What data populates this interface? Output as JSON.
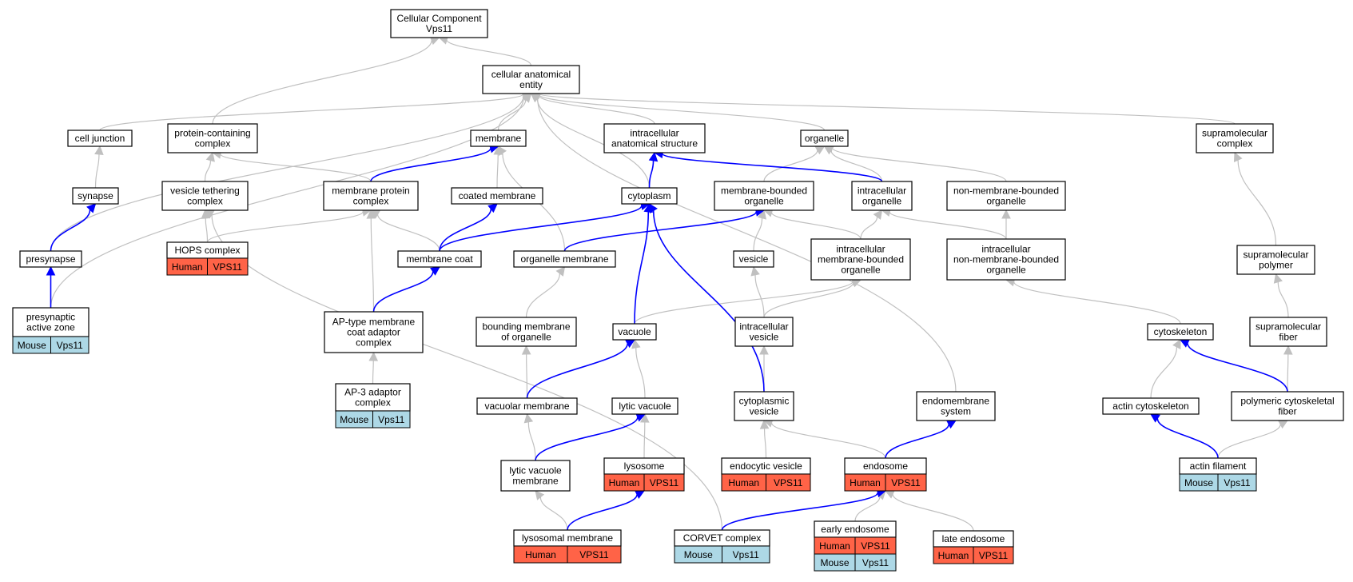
{
  "colors": {
    "edge_default": "#c0c0c0",
    "edge_highlight": "#0000ff",
    "human": "#ff6347",
    "mouse": "#add8e6"
  },
  "nodes": {
    "cc_root": {
      "lines": [
        "Cellular Component",
        "Vps11"
      ]
    },
    "cae": {
      "lines": [
        "cellular anatomical",
        "entity"
      ]
    },
    "cell_junction": {
      "lines": [
        "cell junction"
      ]
    },
    "pcc": {
      "lines": [
        "protein-containing",
        "complex"
      ]
    },
    "membrane": {
      "lines": [
        "membrane"
      ]
    },
    "ias": {
      "lines": [
        "intracellular",
        "anatomical structure"
      ]
    },
    "organelle": {
      "lines": [
        "organelle"
      ]
    },
    "supramol_complex": {
      "lines": [
        "supramolecular",
        "complex"
      ]
    },
    "synapse": {
      "lines": [
        "synapse"
      ]
    },
    "vtc": {
      "lines": [
        "vesicle tethering",
        "complex"
      ]
    },
    "mpc": {
      "lines": [
        "membrane protein",
        "complex"
      ]
    },
    "coated_membrane": {
      "lines": [
        "coated membrane"
      ]
    },
    "cytoplasm": {
      "lines": [
        "cytoplasm"
      ]
    },
    "mbo": {
      "lines": [
        "membrane-bounded",
        "organelle"
      ]
    },
    "io": {
      "lines": [
        "intracellular",
        "organelle"
      ]
    },
    "nmbo": {
      "lines": [
        "non-membrane-bounded",
        "organelle"
      ]
    },
    "presynapse": {
      "lines": [
        "presynapse"
      ]
    },
    "hops": {
      "lines": [
        "HOPS complex"
      ],
      "annotations": [
        [
          "Human",
          "VPS11"
        ]
      ]
    },
    "membrane_coat": {
      "lines": [
        "membrane coat"
      ]
    },
    "organelle_membrane": {
      "lines": [
        "organelle membrane"
      ]
    },
    "vesicle": {
      "lines": [
        "vesicle"
      ]
    },
    "imbo": {
      "lines": [
        "intracellular",
        "membrane-bounded",
        "organelle"
      ]
    },
    "inmbo": {
      "lines": [
        "intracellular",
        "non-membrane-bounded",
        "organelle"
      ]
    },
    "supramol_polymer": {
      "lines": [
        "supramolecular",
        "polymer"
      ]
    },
    "paz": {
      "lines": [
        "presynaptic",
        "active zone"
      ],
      "annotations": [
        [
          "Mouse",
          "Vps11"
        ]
      ]
    },
    "ap_type": {
      "lines": [
        "AP-type membrane",
        "coat adaptor",
        "complex"
      ]
    },
    "bmo": {
      "lines": [
        "bounding membrane",
        "of organelle"
      ]
    },
    "vacuole": {
      "lines": [
        "vacuole"
      ]
    },
    "ivesicle": {
      "lines": [
        "intracellular",
        "vesicle"
      ]
    },
    "cytoskeleton": {
      "lines": [
        "cytoskeleton"
      ]
    },
    "supramol_fiber": {
      "lines": [
        "supramolecular",
        "fiber"
      ]
    },
    "ap3": {
      "lines": [
        "AP-3 adaptor",
        "complex"
      ],
      "annotations": [
        [
          "Mouse",
          "Vps11"
        ]
      ]
    },
    "vacuolar_membrane": {
      "lines": [
        "vacuolar membrane"
      ]
    },
    "lytic_vacuole": {
      "lines": [
        "lytic vacuole"
      ]
    },
    "cyto_vesicle": {
      "lines": [
        "cytoplasmic",
        "vesicle"
      ]
    },
    "endomembrane": {
      "lines": [
        "endomembrane",
        "system"
      ]
    },
    "actin_cyto": {
      "lines": [
        "actin cytoskeleton"
      ]
    },
    "pcf": {
      "lines": [
        "polymeric cytoskeletal",
        "fiber"
      ]
    },
    "lvm": {
      "lines": [
        "lytic vacuole",
        "membrane"
      ]
    },
    "lysosome": {
      "lines": [
        "lysosome"
      ],
      "annotations": [
        [
          "Human",
          "VPS11"
        ]
      ]
    },
    "endocytic_vesicle": {
      "lines": [
        "endocytic vesicle"
      ],
      "annotations": [
        [
          "Human",
          "VPS11"
        ]
      ]
    },
    "endosome": {
      "lines": [
        "endosome"
      ],
      "annotations": [
        [
          "Human",
          "VPS11"
        ]
      ]
    },
    "actin_filament": {
      "lines": [
        "actin filament"
      ],
      "annotations": [
        [
          "Mouse",
          "Vps11"
        ]
      ]
    },
    "lysosomal_membrane": {
      "lines": [
        "lysosomal membrane"
      ],
      "annotations": [
        [
          "Human",
          "VPS11"
        ]
      ]
    },
    "corvet": {
      "lines": [
        "CORVET complex"
      ],
      "annotations": [
        [
          "Mouse",
          "Vps11"
        ]
      ]
    },
    "early_endosome": {
      "lines": [
        "early endosome"
      ],
      "annotations": [
        [
          "Human",
          "VPS11"
        ],
        [
          "Mouse",
          "Vps11"
        ]
      ]
    },
    "late_endosome": {
      "lines": [
        "late endosome"
      ],
      "annotations": [
        [
          "Human",
          "VPS11"
        ]
      ]
    }
  },
  "edges": [
    {
      "from": "cae",
      "to": "cc_root",
      "color": "gray"
    },
    {
      "from": "pcc",
      "to": "cc_root",
      "color": "gray"
    },
    {
      "from": "cell_junction",
      "to": "cae",
      "color": "gray"
    },
    {
      "from": "membrane",
      "to": "cae",
      "color": "gray"
    },
    {
      "from": "ias",
      "to": "cae",
      "color": "gray"
    },
    {
      "from": "organelle",
      "to": "cae",
      "color": "gray"
    },
    {
      "from": "supramol_complex",
      "to": "cae",
      "color": "gray"
    },
    {
      "from": "cytoplasm",
      "to": "cae",
      "color": "gray"
    },
    {
      "from": "presynapse",
      "to": "cae",
      "color": "gray"
    },
    {
      "from": "paz",
      "to": "cae",
      "color": "gray"
    },
    {
      "from": "endomembrane",
      "to": "cae",
      "color": "gray"
    },
    {
      "from": "synapse",
      "to": "cell_junction",
      "color": "gray"
    },
    {
      "from": "vtc",
      "to": "pcc",
      "color": "gray"
    },
    {
      "from": "mpc",
      "to": "pcc",
      "color": "gray"
    },
    {
      "from": "coated_membrane",
      "to": "membrane",
      "color": "gray"
    },
    {
      "from": "organelle_membrane",
      "to": "membrane",
      "color": "gray"
    },
    {
      "from": "mbo",
      "to": "organelle",
      "color": "gray"
    },
    {
      "from": "io",
      "to": "organelle",
      "color": "gray"
    },
    {
      "from": "nmbo",
      "to": "organelle",
      "color": "gray"
    },
    {
      "from": "hops",
      "to": "vtc",
      "color": "gray"
    },
    {
      "from": "hops",
      "to": "mpc",
      "color": "gray"
    },
    {
      "from": "membrane_coat",
      "to": "mpc",
      "color": "gray"
    },
    {
      "from": "ap_type",
      "to": "mpc",
      "color": "gray"
    },
    {
      "from": "vesicle",
      "to": "mbo",
      "color": "gray"
    },
    {
      "from": "imbo",
      "to": "mbo",
      "color": "gray"
    },
    {
      "from": "imbo",
      "to": "io",
      "color": "gray"
    },
    {
      "from": "inmbo",
      "to": "io",
      "color": "gray"
    },
    {
      "from": "inmbo",
      "to": "nmbo",
      "color": "gray"
    },
    {
      "from": "supramol_polymer",
      "to": "supramol_complex",
      "color": "gray"
    },
    {
      "from": "bmo",
      "to": "organelle_membrane",
      "color": "gray"
    },
    {
      "from": "vacuole",
      "to": "imbo",
      "color": "gray"
    },
    {
      "from": "ivesicle",
      "to": "imbo",
      "color": "gray"
    },
    {
      "from": "ivesicle",
      "to": "vesicle",
      "color": "gray"
    },
    {
      "from": "cytoskeleton",
      "to": "inmbo",
      "color": "gray"
    },
    {
      "from": "supramol_fiber",
      "to": "supramol_polymer",
      "color": "gray"
    },
    {
      "from": "ap3",
      "to": "ap_type",
      "color": "gray"
    },
    {
      "from": "vacuolar_membrane",
      "to": "bmo",
      "color": "gray"
    },
    {
      "from": "lytic_vacuole",
      "to": "vacuole",
      "color": "gray"
    },
    {
      "from": "cyto_vesicle",
      "to": "ivesicle",
      "color": "gray"
    },
    {
      "from": "actin_cyto",
      "to": "cytoskeleton",
      "color": "gray"
    },
    {
      "from": "pcf",
      "to": "supramol_fiber",
      "color": "gray"
    },
    {
      "from": "lvm",
      "to": "vacuolar_membrane",
      "color": "gray"
    },
    {
      "from": "lysosome",
      "to": "lytic_vacuole",
      "color": "gray"
    },
    {
      "from": "endocytic_vesicle",
      "to": "cyto_vesicle",
      "color": "gray"
    },
    {
      "from": "endosome",
      "to": "cyto_vesicle",
      "color": "gray"
    },
    {
      "from": "actin_filament",
      "to": "pcf",
      "color": "gray"
    },
    {
      "from": "lysosomal_membrane",
      "to": "lvm",
      "color": "gray"
    },
    {
      "from": "corvet",
      "to": "vtc",
      "color": "gray"
    },
    {
      "from": "early_endosome",
      "to": "endosome",
      "color": "gray"
    },
    {
      "from": "late_endosome",
      "to": "endosome",
      "color": "gray"
    },
    {
      "from": "cytoplasm",
      "to": "ias",
      "color": "blue"
    },
    {
      "from": "io",
      "to": "ias",
      "color": "blue"
    },
    {
      "from": "mpc",
      "to": "membrane",
      "color": "blue"
    },
    {
      "from": "membrane_coat",
      "to": "coated_membrane",
      "color": "blue"
    },
    {
      "from": "membrane_coat",
      "to": "cytoplasm",
      "color": "blue"
    },
    {
      "from": "organelle_membrane",
      "to": "mbo",
      "color": "blue"
    },
    {
      "from": "synapse",
      "to": "presynapse",
      "color": "blue",
      "note": "arrow points up"
    },
    {
      "from": "presynapse",
      "to": "paz",
      "color": "blue"
    },
    {
      "from": "ap_type",
      "to": "membrane_coat",
      "color": "blue"
    },
    {
      "from": "vacuole",
      "to": "cytoplasm",
      "color": "blue"
    },
    {
      "from": "cyto_vesicle",
      "to": "cytoplasm",
      "color": "blue"
    },
    {
      "from": "vacuolar_membrane",
      "to": "vacuole",
      "color": "blue"
    },
    {
      "from": "lvm",
      "to": "lytic_vacuole",
      "color": "blue"
    },
    {
      "from": "pcf",
      "to": "cytoskeleton",
      "color": "blue"
    },
    {
      "from": "actin_filament",
      "to": "actin_cyto",
      "color": "blue"
    },
    {
      "from": "endosome",
      "to": "endomembrane",
      "color": "blue"
    },
    {
      "from": "corvet",
      "to": "endosome",
      "color": "blue"
    },
    {
      "from": "lysosomal_membrane",
      "to": "lysosome",
      "color": "blue"
    }
  ]
}
